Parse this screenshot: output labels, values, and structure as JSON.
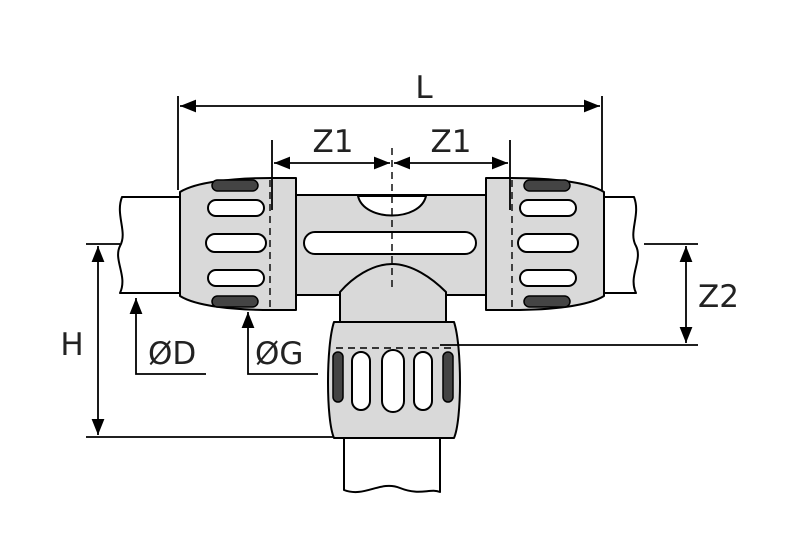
{
  "labels": {
    "length": "L",
    "z1_left": "Z1",
    "z1_right": "Z1",
    "z2": "Z2",
    "height": "H",
    "diameter_d": "ØD",
    "diameter_g": "ØG"
  },
  "colors": {
    "line": "#000000",
    "body_fill": "#d9d9d9",
    "text": "#222222"
  }
}
